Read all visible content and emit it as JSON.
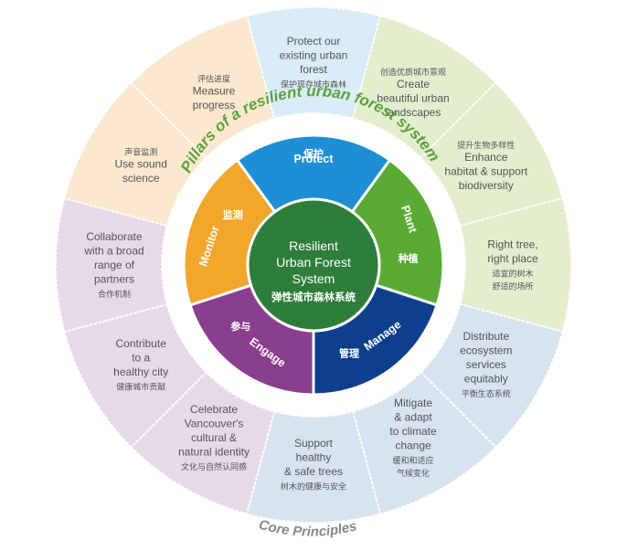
{
  "center": {
    "en": [
      "Resilient",
      "Urban Forest",
      "System"
    ],
    "zh": "弹性城市森林系统"
  },
  "pillars_title": "Pillars of a resilient urban forest system",
  "principles_title": "Core Principles",
  "pillars": [
    {
      "en": "Protect",
      "zh": "保护",
      "color": "#1e8fd5"
    },
    {
      "en": "Plant",
      "zh": "种植",
      "color": "#5aab33"
    },
    {
      "en": "Manage",
      "zh": "管理",
      "color": "#0e3f8c"
    },
    {
      "en": "Engage",
      "zh": "参与",
      "color": "#8a3e8e"
    },
    {
      "en": "Monitor",
      "zh": "监测",
      "color": "#f1a72b"
    }
  ],
  "outer_segments": [
    {
      "en": [
        "Protect our",
        "existing urban",
        "forest"
      ],
      "zh": [
        "保护现存城市森林"
      ],
      "color": "#d9ecf7"
    },
    {
      "en": [
        "Create",
        "beautiful urban",
        "landscapes"
      ],
      "zh": [
        "创造优质城市景观"
      ],
      "zh_first": true,
      "color": "#e3eecf"
    },
    {
      "en": [
        "Enhance",
        "habitat & support",
        "biodiversity"
      ],
      "zh": [
        "提升生物多样性"
      ],
      "zh_first": true,
      "color": "#e3eecf"
    },
    {
      "en": [
        "Right tree,",
        "right place"
      ],
      "zh": [
        "适宜的树木",
        "舒适的场所"
      ],
      "color": "#e3eecf"
    },
    {
      "en": [
        "Distribute",
        "ecosystem",
        "services",
        "equitably"
      ],
      "zh": [
        "平衡生态系统"
      ],
      "color": "#d8e3f0"
    },
    {
      "en": [
        "Mitigate",
        "& adapt",
        "to climate",
        "change"
      ],
      "zh": [
        "缓和和适应",
        "气候变化"
      ],
      "color": "#d8e3f0"
    },
    {
      "en": [
        "Support",
        "healthy",
        "& safe trees"
      ],
      "zh": [
        "树木的健康与安全"
      ],
      "color": "#d8e3f0"
    },
    {
      "en": [
        "Celebrate",
        "Vancouver's",
        "cultural &",
        "natural identity"
      ],
      "zh": [
        "文化与自然认同感"
      ],
      "color": "#e8d9ea"
    },
    {
      "en": [
        "Contribute",
        "to a",
        "healthy city"
      ],
      "zh": [
        "健康城市贡献"
      ],
      "color": "#e8d9ea"
    },
    {
      "en": [
        "Collaborate",
        "with a broad",
        "range of",
        "partners"
      ],
      "zh": [
        "合作机制"
      ],
      "color": "#e8d9ea"
    },
    {
      "en": [
        "Use sound",
        "science"
      ],
      "zh": [
        "声音监测"
      ],
      "zh_first": true,
      "color": "#fbe8cf"
    },
    {
      "en": [
        "Measure",
        "progress"
      ],
      "zh": [
        "评估进度"
      ],
      "zh_first": true,
      "color": "#fbe8cf"
    }
  ],
  "colors": {
    "center_fill": "#2e7d3a",
    "title_green": "#5aa33a",
    "principles_gray": "#888888",
    "outer_text": "#555555"
  }
}
